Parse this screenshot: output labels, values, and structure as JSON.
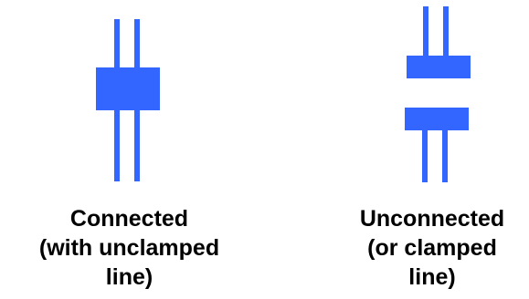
{
  "colors": {
    "symbol": "#3366ff",
    "text": "#000000",
    "background": "#ffffff"
  },
  "connected": {
    "caption_lines": [
      "Connected",
      "(with unclamped",
      "line)"
    ]
  },
  "unconnected": {
    "caption_lines": [
      "Unconnected",
      "(or clamped",
      "line)"
    ]
  }
}
